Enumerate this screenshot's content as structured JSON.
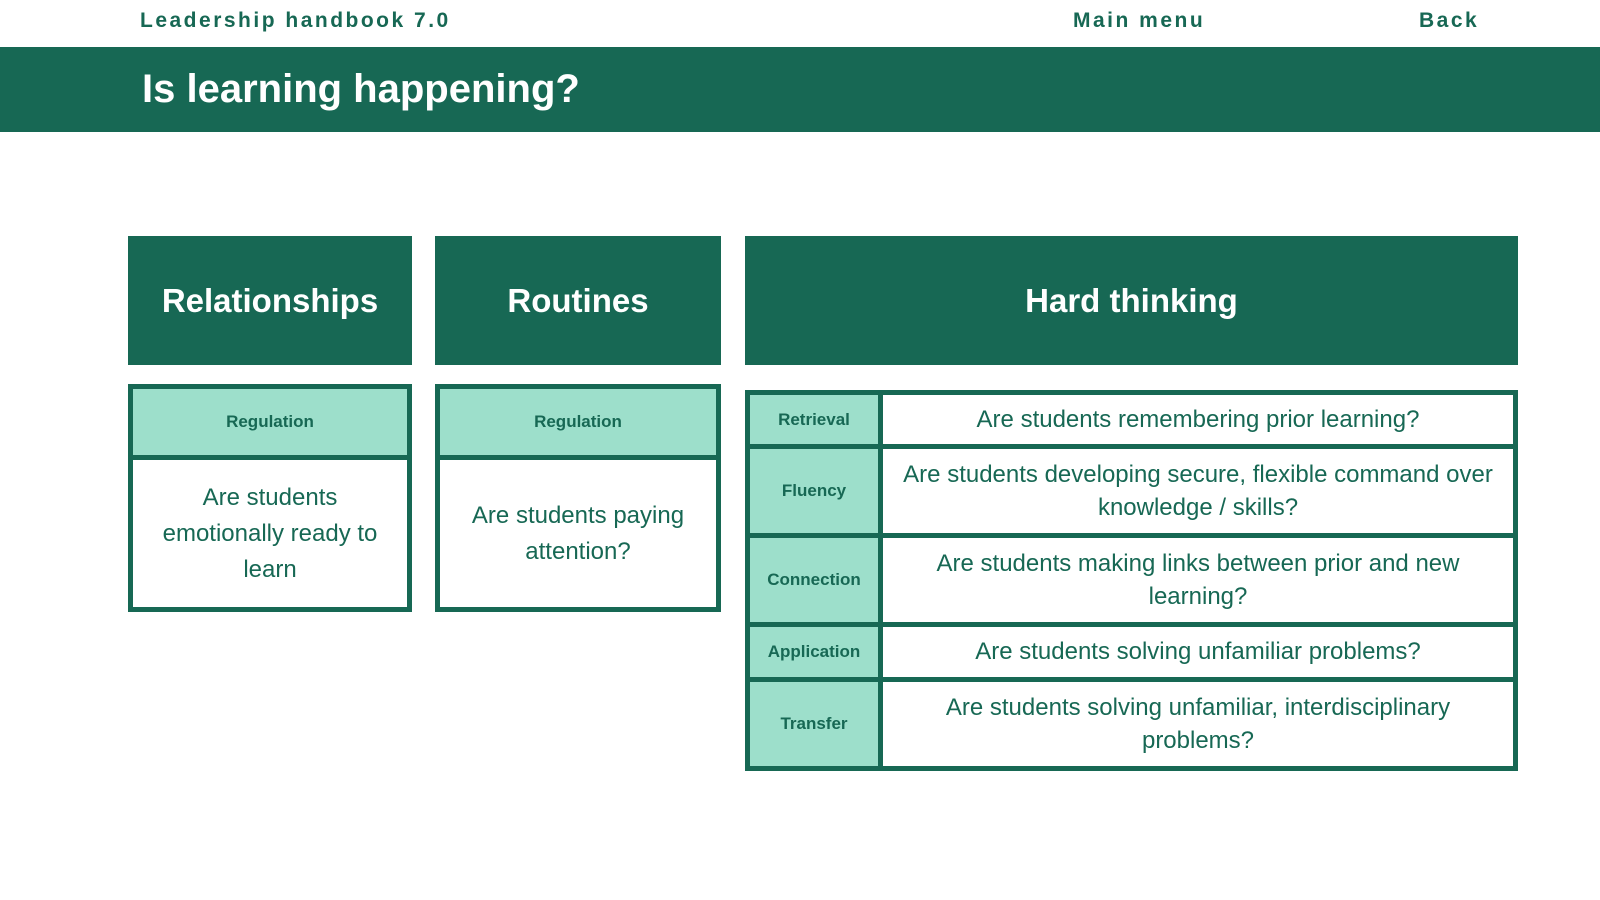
{
  "colors": {
    "dark_green": "#176854",
    "mint_green": "#9DDFCB",
    "white": "#ffffff"
  },
  "top_bar": {
    "title": "Leadership handbook 7.0",
    "main_menu_label": "Main menu",
    "back_label": "Back"
  },
  "banner": {
    "title": "Is learning happening?"
  },
  "columns": [
    {
      "header": "Relationships",
      "rows": [
        {
          "label": "Regulation",
          "question": "Are students emotionally ready to learn"
        }
      ]
    },
    {
      "header": "Routines",
      "rows": [
        {
          "label": "Regulation",
          "question": "Are students paying attention?"
        }
      ]
    },
    {
      "header": "Hard thinking",
      "rows": [
        {
          "label": "Retrieval",
          "question": "Are students remembering prior learning?"
        },
        {
          "label": "Fluency",
          "question": "Are students developing secure, flexible command over knowledge / skills?"
        },
        {
          "label": "Connection",
          "question": "Are students making links between prior and new learning?"
        },
        {
          "label": "Application",
          "question": "Are students solving unfamiliar problems?"
        },
        {
          "label": "Transfer",
          "question": "Are students solving unfamiliar, interdisciplinary problems?"
        }
      ]
    }
  ]
}
